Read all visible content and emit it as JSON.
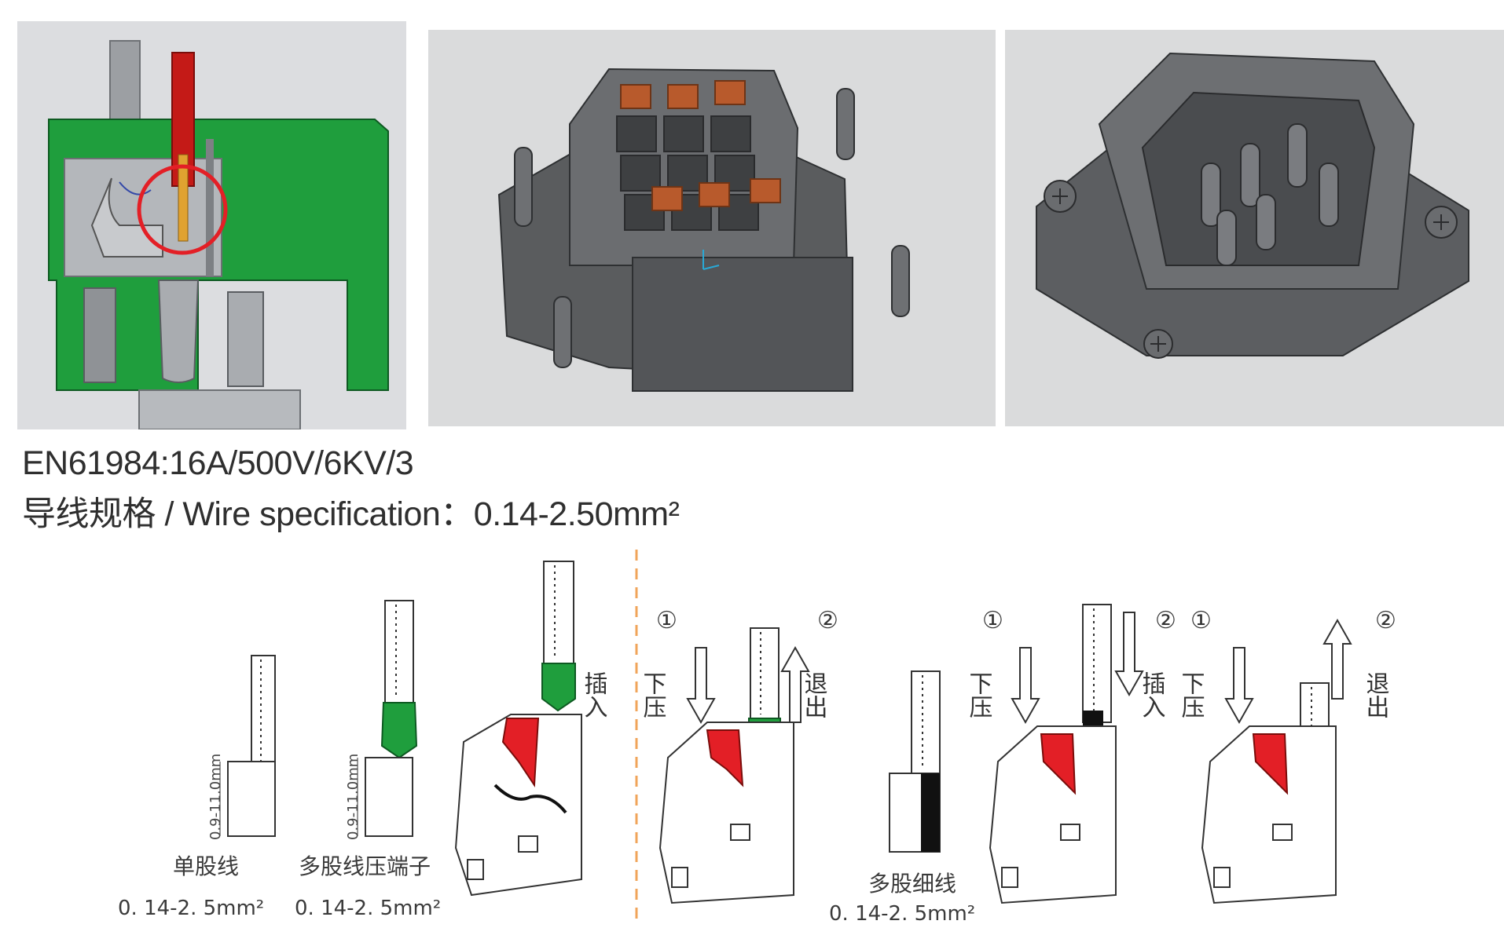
{
  "spec": {
    "line1": "EN61984:16A/500V/6KV/3",
    "line2": "导线规格 / Wire specification：0.14-2.50mm²"
  },
  "panels": {
    "cross_section": "cross-section of crimp-free spring terminal",
    "female_insert": "female connector insert 3D render",
    "male_insert": "male connector insert 3D render"
  },
  "wires": {
    "single": {
      "label": "单股线",
      "range": "0. 14-2. 5mm²",
      "length": "0.9-11.0mm"
    },
    "ferrule": {
      "label": "多股线压端子",
      "range": "0. 14-2. 5mm²",
      "length": "0.9-11.0mm"
    },
    "stranded": {
      "label": "多股细线",
      "range": "0. 14-2. 5mm²"
    }
  },
  "actions": {
    "insert": "插入",
    "press": "下压",
    "withdraw": "退出"
  },
  "steps": {
    "one": "①",
    "two": "②"
  },
  "colors": {
    "green": "#1f9e3d",
    "red": "#e31f26",
    "wire_red": "#c41a17",
    "render_grey": "#5a5c5e",
    "contact_orange": "#b85a2c",
    "dashed_orange": "#f0a45a"
  }
}
